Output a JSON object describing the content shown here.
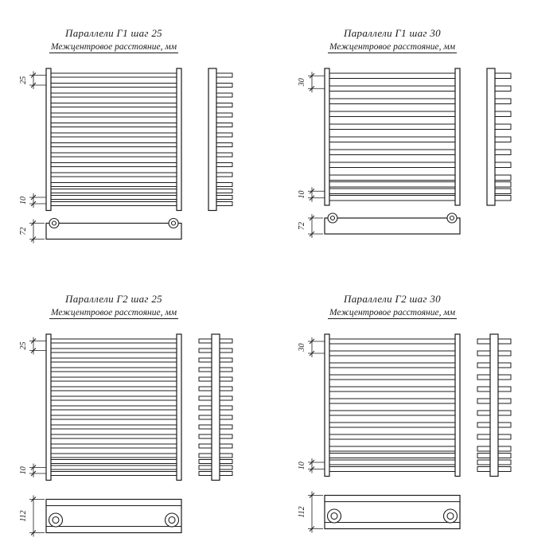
{
  "page": {
    "background": "#ffffff",
    "line_color": "#1c1c1c"
  },
  "panels": [
    {
      "title": "Параллели Г1 шаг 25",
      "subtitle": "Межцентровое расстояние, мм",
      "dim_pitch": "25",
      "dim_gap": "10",
      "dim_collector": "72",
      "type": "g1",
      "main_tubes": 12,
      "main_pitch": 12.5,
      "tail_tubes": 3,
      "tail_pitch": 8,
      "tube_h": 5
    },
    {
      "title": "Параллели Г1 шаг 30",
      "subtitle": "Межцентровое расстояние, мм",
      "dim_pitch": "30",
      "dim_gap": "10",
      "dim_collector": "72",
      "type": "g1",
      "main_tubes": 9,
      "main_pitch": 16,
      "tail_tubes": 3,
      "tail_pitch": 8.5,
      "tube_h": 6.5
    },
    {
      "title": "Параллели Г2 шаг 25",
      "subtitle": "Межцентровое расстояние, мм",
      "dim_pitch": "25",
      "dim_gap": "10",
      "dim_collector": "112",
      "type": "g2",
      "main_tubes": 13,
      "main_pitch": 12,
      "tail_tubes": 3,
      "tail_pitch": 7.5,
      "tube_h": 5
    },
    {
      "title": "Параллели Г2 шаг 30",
      "subtitle": "Межцентровое расстояние, мм",
      "dim_pitch": "30",
      "dim_gap": "10",
      "dim_collector": "112",
      "type": "g2",
      "main_tubes": 10,
      "main_pitch": 15,
      "tail_tubes": 3,
      "tail_pitch": 8.5,
      "tube_h": 6
    }
  ]
}
